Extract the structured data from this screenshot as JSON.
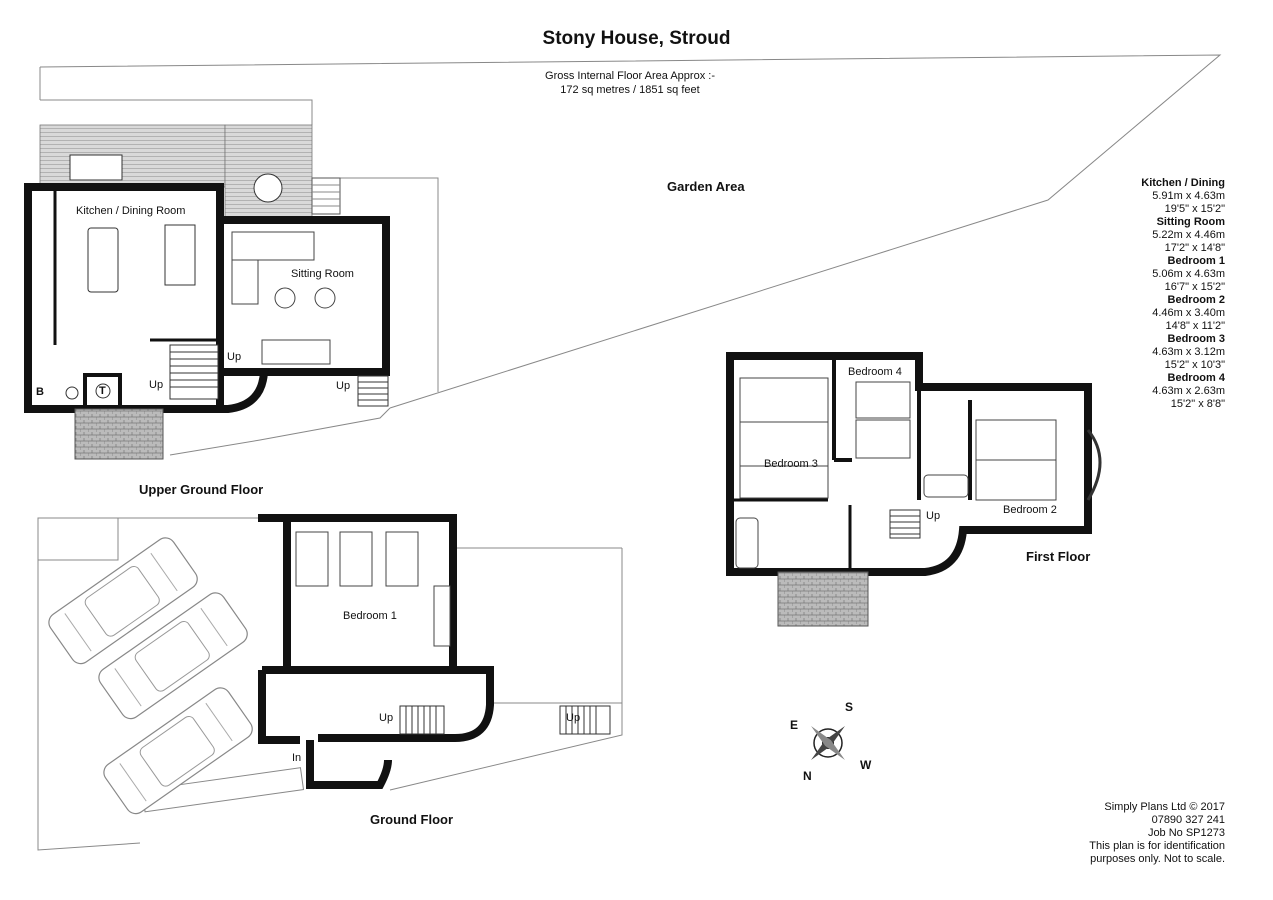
{
  "title": "Stony House, Stroud",
  "area": {
    "line1": "Gross Internal Floor Area Approx :-",
    "line2": "172 sq metres / 1851 sq feet"
  },
  "garden_label": "Garden Area",
  "floors": {
    "upper_ground": "Upper Ground Floor",
    "ground": "Ground Floor",
    "first": "First Floor"
  },
  "rooms": {
    "kitchen": "Kitchen / Dining Room",
    "sitting": "Sitting Room",
    "bedroom1": "Bedroom 1",
    "bedroom2": "Bedroom 2",
    "bedroom3": "Bedroom 3",
    "bedroom4": "Bedroom 4"
  },
  "plan_marks": {
    "up": "Up",
    "in": "In",
    "boiler": "B",
    "tank": "T"
  },
  "legend": [
    {
      "name": "Kitchen / Dining",
      "metric": "5.91m x 4.63m",
      "imperial": "19'5\" x 15'2\""
    },
    {
      "name": "Sitting Room",
      "metric": "5.22m x 4.46m",
      "imperial": "17'2\" x 14'8\""
    },
    {
      "name": "Bedroom 1",
      "metric": "5.06m x 4.63m",
      "imperial": "16'7\" x 15'2\""
    },
    {
      "name": "Bedroom 2",
      "metric": "4.46m x 3.40m",
      "imperial": "14'8\" x 11'2\""
    },
    {
      "name": "Bedroom 3",
      "metric": "4.63m x 3.12m",
      "imperial": "15'2\" x 10'3\""
    },
    {
      "name": "Bedroom 4",
      "metric": "4.63m x 2.63m",
      "imperial": "15'2\" x 8'8\""
    }
  ],
  "credits": [
    "Simply Plans Ltd © 2017",
    "07890 327 241",
    "Job No SP1273",
    "This plan is for identification",
    "purposes only. Not to scale."
  ],
  "compass": {
    "n": "N",
    "s": "S",
    "e": "E",
    "w": "W"
  },
  "colors": {
    "wall": "#111111",
    "line": "#555555",
    "deck": "#c8c8c8",
    "brick": "#9a9a9a"
  }
}
